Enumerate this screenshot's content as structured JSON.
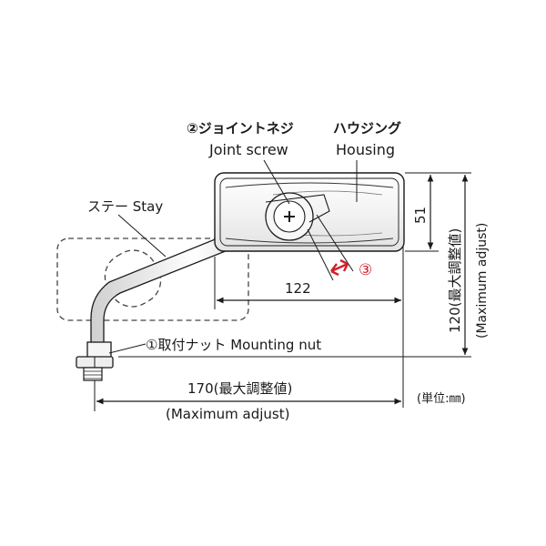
{
  "labels": {
    "joint_screw_jp": "②ジョイントネジ",
    "joint_screw_en": "Joint screw",
    "housing_jp": "ハウジング",
    "housing_en": "Housing",
    "stay": "ステー Stay",
    "mounting_nut": "①取付ナット Mounting nut",
    "step3": "③"
  },
  "dimensions": {
    "width_122": "122",
    "height_51": "51",
    "vertical_120": "120(最大調整値)",
    "vertical_120_en": "(Maximum adjust)",
    "horizontal_170": "170(最大調整値)",
    "horizontal_170_en": "(Maximum adjust)",
    "unit": "(単位:㎜)"
  },
  "colors": {
    "line": "#1a1a1a",
    "dashed": "#444444",
    "accent": "#d0202a"
  }
}
